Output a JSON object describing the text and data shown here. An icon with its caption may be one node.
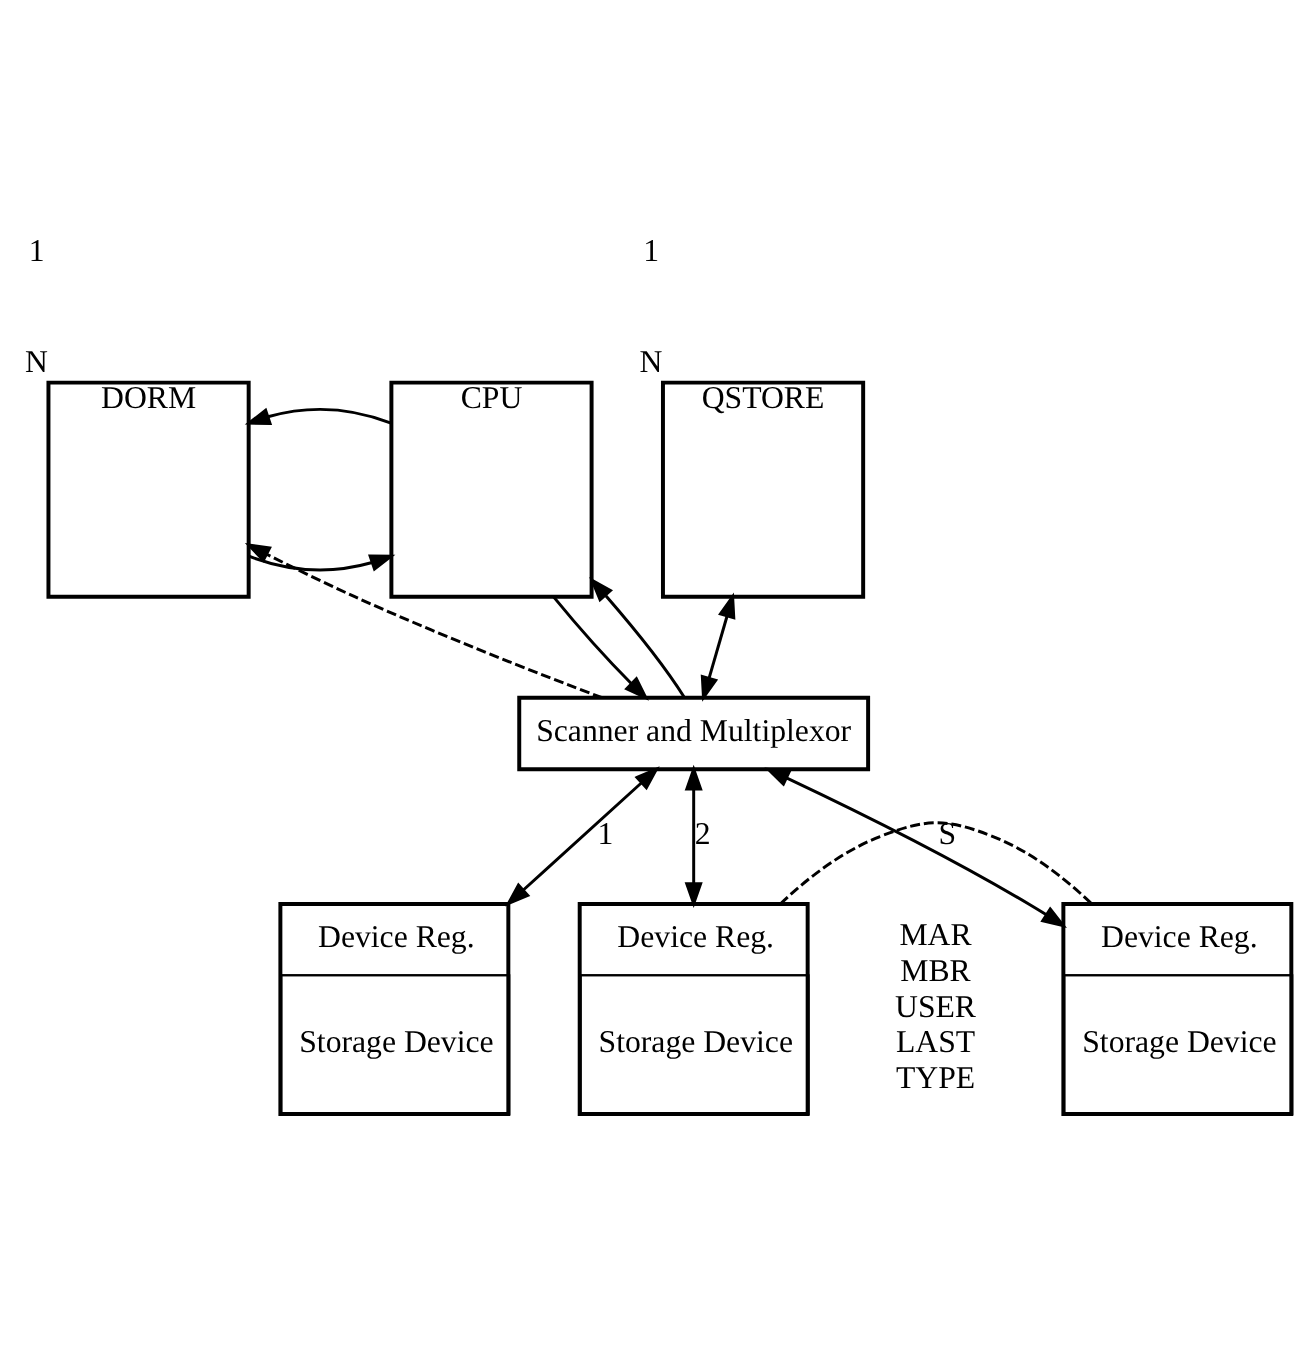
{
  "diagram": {
    "nodes": [
      {
        "text": [
          "DORM"
        ],
        "beside": [
          "1",
          "N"
        ]
      },
      {
        "text": [
          "CPU"
        ]
      },
      {
        "text": [
          "QSTORE"
        ],
        "beside": [
          "1",
          "N"
        ]
      },
      {
        "text": [
          "Scanner and Multiplexor"
        ]
      },
      {
        "text": [
          "Device Reg.",
          "Storage Device"
        ]
      },
      {
        "text": [
          "Device Reg.",
          "Storage Device"
        ]
      },
      {
        "text": [
          "Device Reg.",
          "Storage Device"
        ]
      }
    ],
    "edges": [
      {
        "from": 0,
        "to": 1,
        "arrow": "to"
      },
      {
        "from": 1,
        "to": 0,
        "arrow": "to"
      },
      {
        "from": 3,
        "to": 0,
        "arrow": "to",
        "style": "dashed"
      },
      {
        "from": 3,
        "to": 1,
        "arrow": "to"
      },
      {
        "from": 1,
        "to": 3,
        "arrow": "to"
      },
      {
        "from": 2,
        "to": 3,
        "arrow": "both"
      },
      {
        "from": 3,
        "to": 4,
        "arrow": "both",
        "label": "1"
      },
      {
        "from": 3,
        "to": 5,
        "arrow": "both",
        "label": "2"
      },
      {
        "from": 3,
        "to": 6,
        "arrow": "both",
        "label": "S"
      },
      {
        "from": 5,
        "to": 6,
        "arrow": "none",
        "style": "dashed"
      }
    ],
    "labels": [
      "MAR",
      "MBR",
      "USER",
      "LAST",
      "TYPE"
    ]
  }
}
